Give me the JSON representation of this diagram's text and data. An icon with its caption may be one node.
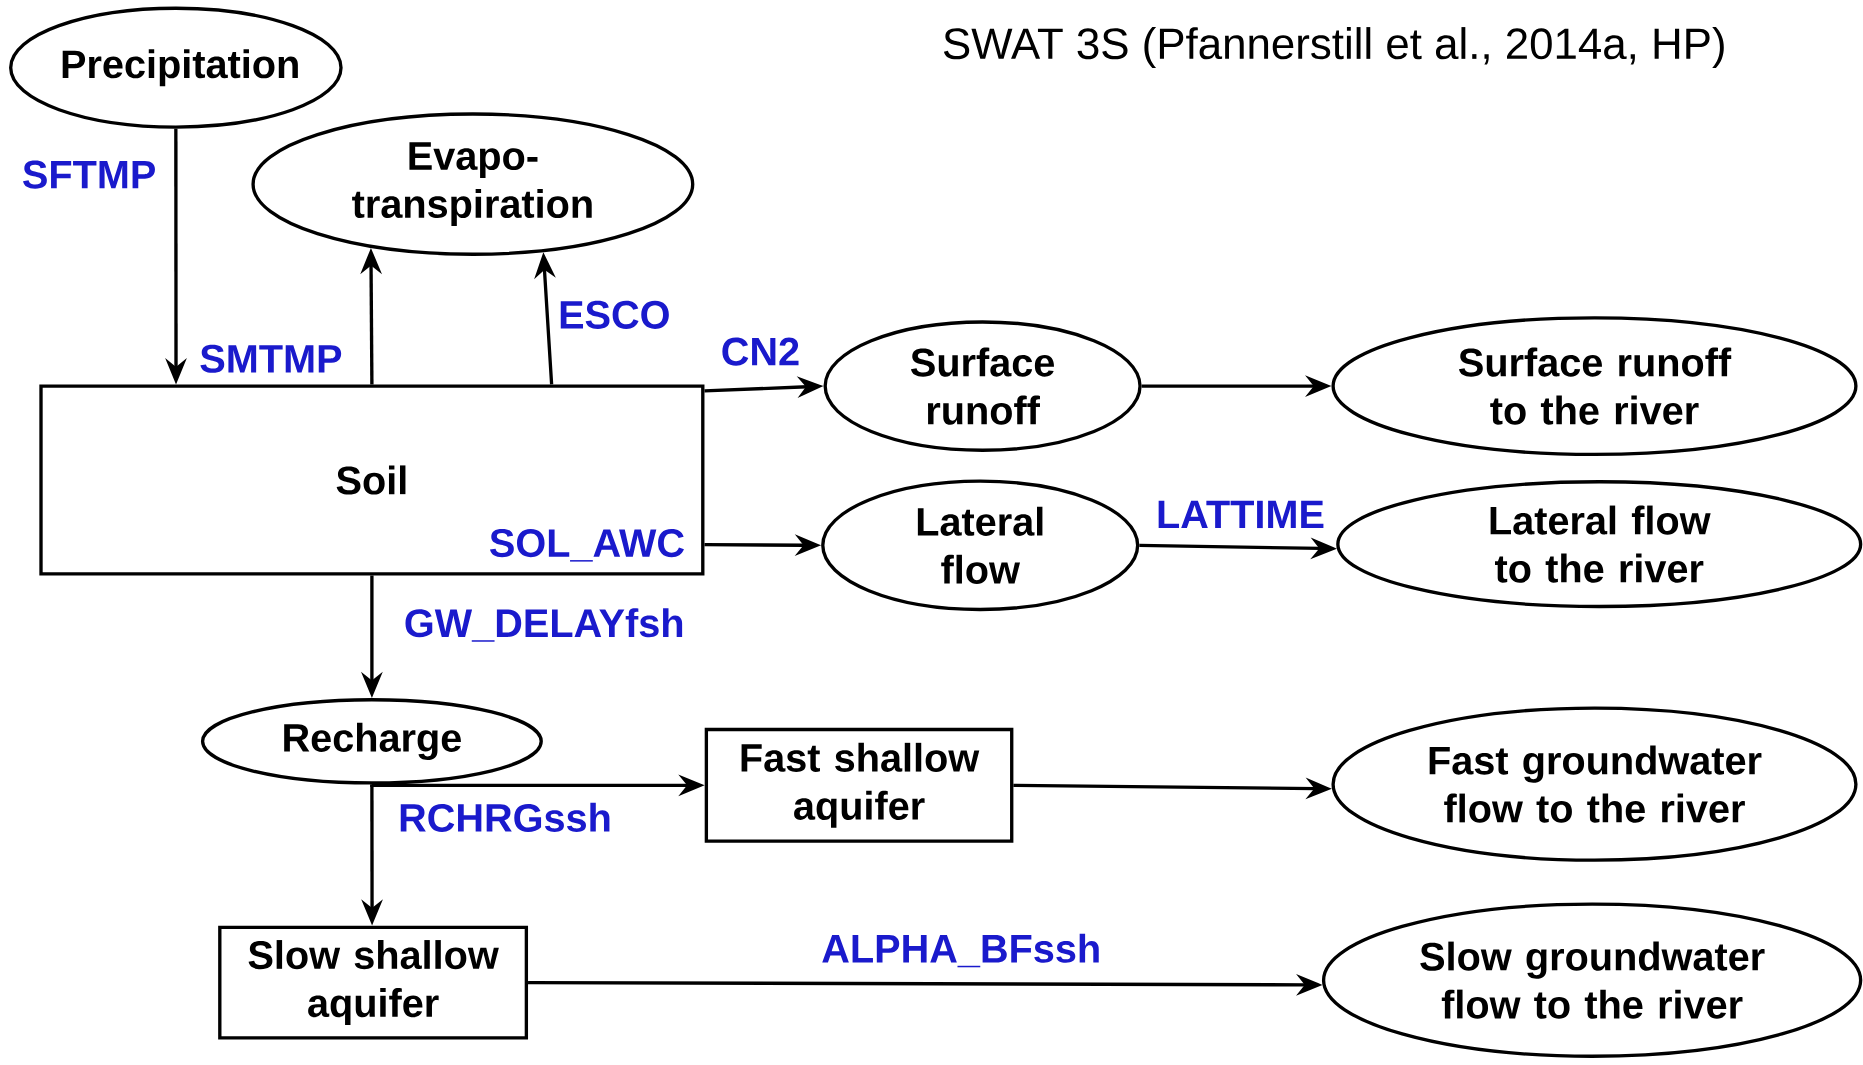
{
  "diagram": {
    "title": "SWAT 3S (Pfannerstill et al., 2014a, HP)",
    "nodes": [
      {
        "text": [
          "Precipitation"
        ]
      },
      {
        "text": [
          "Evapo-transpiration"
        ]
      },
      {
        "text": [
          "Soil"
        ]
      },
      {
        "text": [
          "Surface runoff"
        ]
      },
      {
        "text": [
          "Surface runoff to the river"
        ]
      },
      {
        "text": [
          "Lateral flow"
        ]
      },
      {
        "text": [
          "Lateral flow to the river"
        ]
      },
      {
        "text": [
          "Recharge"
        ]
      },
      {
        "text": [
          "Fast shallow aquifer"
        ]
      },
      {
        "text": [
          "Fast groundwater flow to the river"
        ]
      },
      {
        "text": [
          "Slow shallow aquifer"
        ]
      },
      {
        "text": [
          "Slow groundwater flow to the river"
        ]
      }
    ],
    "edges": [
      {
        "from": 0,
        "to": 2,
        "arrow": "to",
        "label": "SFTMP"
      },
      {
        "from": 2,
        "to": 1,
        "arrow": "to"
      },
      {
        "from": 2,
        "to": 1,
        "arrow": "to",
        "label": "ESCO"
      },
      {
        "from": 2,
        "to": 3,
        "arrow": "to",
        "label": "CN2"
      },
      {
        "from": 3,
        "to": 4,
        "arrow": "to"
      },
      {
        "from": 2,
        "to": 5,
        "arrow": "to",
        "label": "SOL_AWC"
      },
      {
        "from": 5,
        "to": 6,
        "arrow": "to",
        "label": "LATTIME"
      },
      {
        "from": 2,
        "to": 7,
        "arrow": "to",
        "label": "GW_DELAYfsh"
      },
      {
        "from": 7,
        "to": 8,
        "arrow": "to",
        "label": "RCHRGssh"
      },
      {
        "from": 7,
        "to": 10,
        "arrow": "to"
      },
      {
        "from": 8,
        "to": 9,
        "arrow": "to"
      },
      {
        "from": 10,
        "to": 11,
        "arrow": "to",
        "label": "ALPHA_BFssh"
      }
    ],
    "labels": [
      "SMTMP"
    ]
  }
}
